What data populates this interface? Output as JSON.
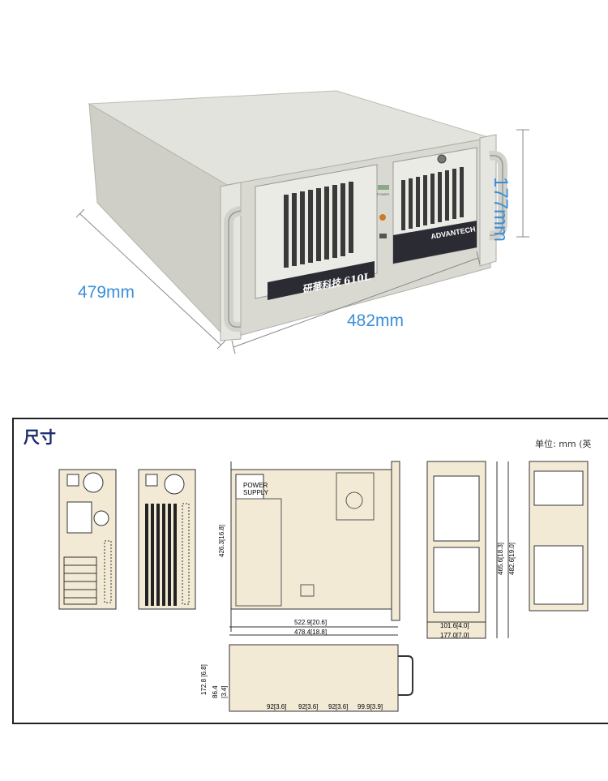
{
  "top": {
    "dim_depth": "479mm",
    "dim_width": "482mm",
    "dim_height": "177mm",
    "brand": "ADVANTECH",
    "model": "研華科技 610L",
    "power_label": "POWER",
    "colors": {
      "dim_text": "#3b8fd9",
      "chassis": "#dcdcd6",
      "bezel_label": "#2b2b33"
    }
  },
  "bottom": {
    "title": "尺寸",
    "unit": "单位: mm (英",
    "labels": {
      "power_supply_1": "POWER",
      "power_supply_2": "SUPPLY",
      "d426": "426.3[16.8]",
      "d522": "522.9[20.6]",
      "d478": "478.4[18.8]",
      "d172": "172.8 [6.8]",
      "d86": "86.4",
      "d3_4": "[3.4]",
      "d92a": "92[3.6]",
      "d92b": "92[3.6]",
      "d92c": "92[3.6]",
      "d99": "99.9[3.9]",
      "d465": "465.6[18.3]",
      "d482": "482.6[19.0]",
      "d101": "101.6[4.0]",
      "d177": "177.0[7.0]"
    }
  }
}
